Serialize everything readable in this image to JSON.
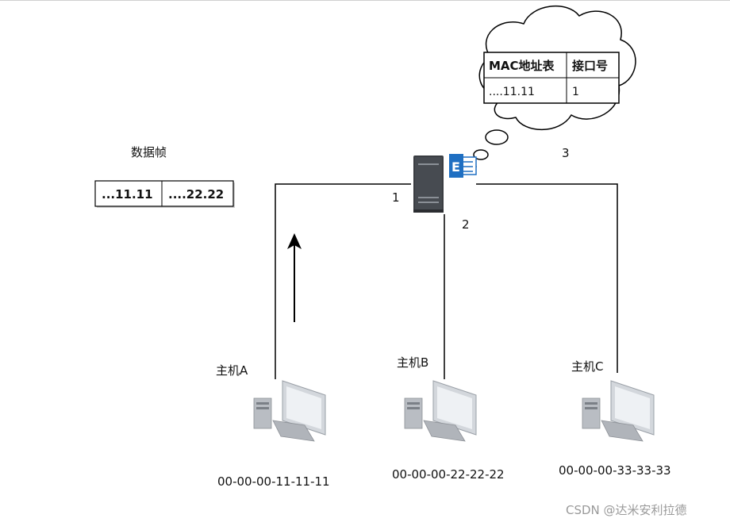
{
  "frame": {
    "title": "数据帧",
    "fields": [
      "...11.11",
      "....22.22"
    ]
  },
  "mac_table": {
    "headers": [
      "MAC地址表",
      "接口号"
    ],
    "rows": [
      [
        "....11.11",
        "1"
      ]
    ]
  },
  "ports": {
    "p1": "1",
    "p2": "2",
    "p3": "3"
  },
  "hosts": [
    {
      "name": "主机A",
      "mac": "00-00-00-11-11-11"
    },
    {
      "name": "主机B",
      "mac": "00-00-00-22-22-22"
    },
    {
      "name": "主机C",
      "mac": "00-00-00-33-33-33"
    }
  ],
  "watermark": "CSDN @达米安利拉德",
  "icons": {
    "switch": "server-switch-icon",
    "exchange": "exchange-badge-icon",
    "host": "desktop-computer-icon",
    "cloud": "thought-cloud-icon",
    "arrow": "up-arrow-icon"
  },
  "colors": {
    "line": "#000000",
    "switch_body": "#3a3d42",
    "exchange_blue": "#1f6fc2",
    "monitor": "#cfd3d8"
  }
}
